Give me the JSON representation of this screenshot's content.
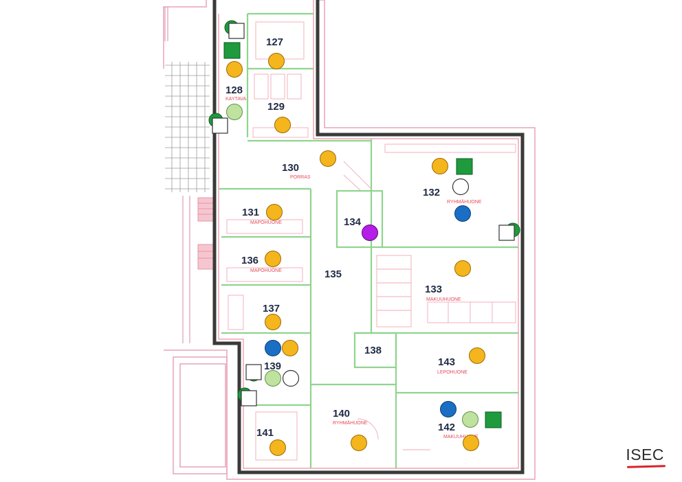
{
  "brand": {
    "logo_text": "ISEC",
    "logo_underline_color": "#d8232a"
  },
  "colors": {
    "wall": "#3a3a3a",
    "partition": "#8fd48f",
    "detail": "#f2a9b5",
    "outline": "#e9a3b7",
    "room_label": "#1f2a44",
    "room_sublabel": "#e24b5a"
  },
  "legend_colors": {
    "orange_circle": "#f5b51d",
    "blue_circle": "#1a6fc4",
    "light_green_circle": "#bfe39f",
    "white_circle": "#ffffff",
    "purple_circle": "#b41ee6",
    "green_square": "#1f9a3d",
    "white_square": "#ffffff",
    "dark_green_half": "#1f9a3d"
  },
  "rooms": [
    {
      "id": "127",
      "label": "127",
      "sub": ""
    },
    {
      "id": "128",
      "label": "128",
      "sub": "KAYTAVA"
    },
    {
      "id": "129",
      "label": "129",
      "sub": ""
    },
    {
      "id": "130",
      "label": "130",
      "sub": "PORRAS"
    },
    {
      "id": "131",
      "label": "131",
      "sub": "MAPOHUONE"
    },
    {
      "id": "132",
      "label": "132",
      "sub": "RYHMÄHUONE"
    },
    {
      "id": "133",
      "label": "133",
      "sub": "MAKUUHUONE"
    },
    {
      "id": "134",
      "label": "134",
      "sub": ""
    },
    {
      "id": "135",
      "label": "135",
      "sub": ""
    },
    {
      "id": "136",
      "label": "136",
      "sub": "MAPOHUONE"
    },
    {
      "id": "137",
      "label": "137",
      "sub": ""
    },
    {
      "id": "138",
      "label": "138",
      "sub": ""
    },
    {
      "id": "139",
      "label": "139",
      "sub": ""
    },
    {
      "id": "140",
      "label": "140",
      "sub": "RYHMÄHUONE"
    },
    {
      "id": "141",
      "label": "141",
      "sub": ""
    },
    {
      "id": "142",
      "label": "142",
      "sub": "MAKUUHUONE"
    },
    {
      "id": "143",
      "label": "143",
      "sub": "LEPOHUONE"
    }
  ]
}
